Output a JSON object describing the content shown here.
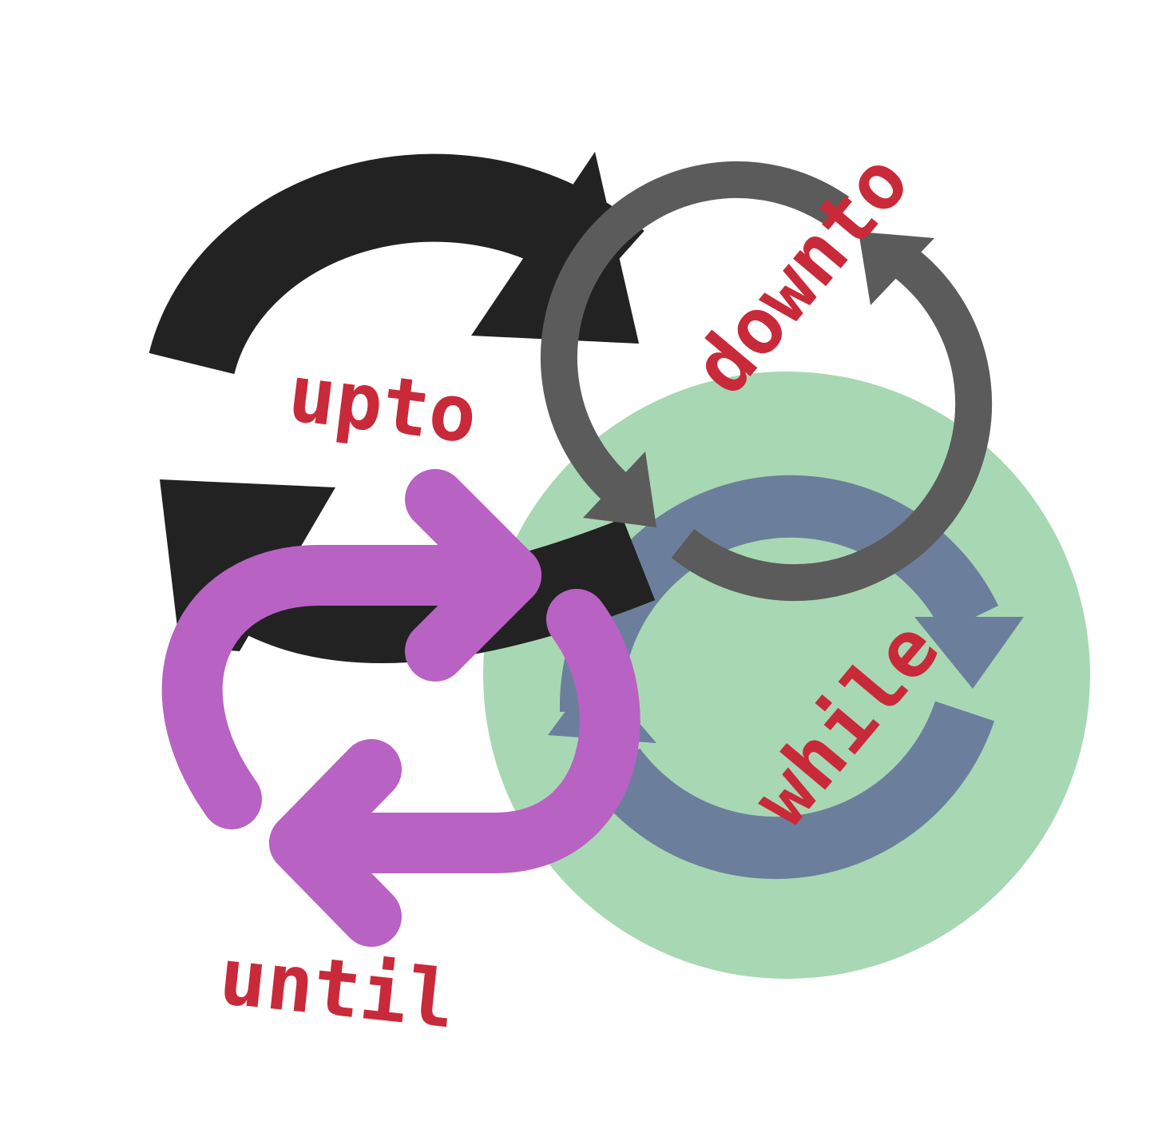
{
  "labels": {
    "upto": "upto",
    "downto": "downto",
    "while": "while",
    "until": "until"
  },
  "colors": {
    "background": "#ffffff",
    "label_text": "#c82a3a",
    "black_arrow": "#222222",
    "gray_cycle": "#5b5b5b",
    "green_disc": "#a8d8b3",
    "slate_cycle": "#6b7f9c",
    "purple_arrows": "#b862c3"
  },
  "icons": [
    "black-refresh-arrows-icon",
    "gray-cycle-arrows-icon",
    "green-disc-slate-refresh-icon",
    "purple-repeat-arrows-icon"
  ]
}
